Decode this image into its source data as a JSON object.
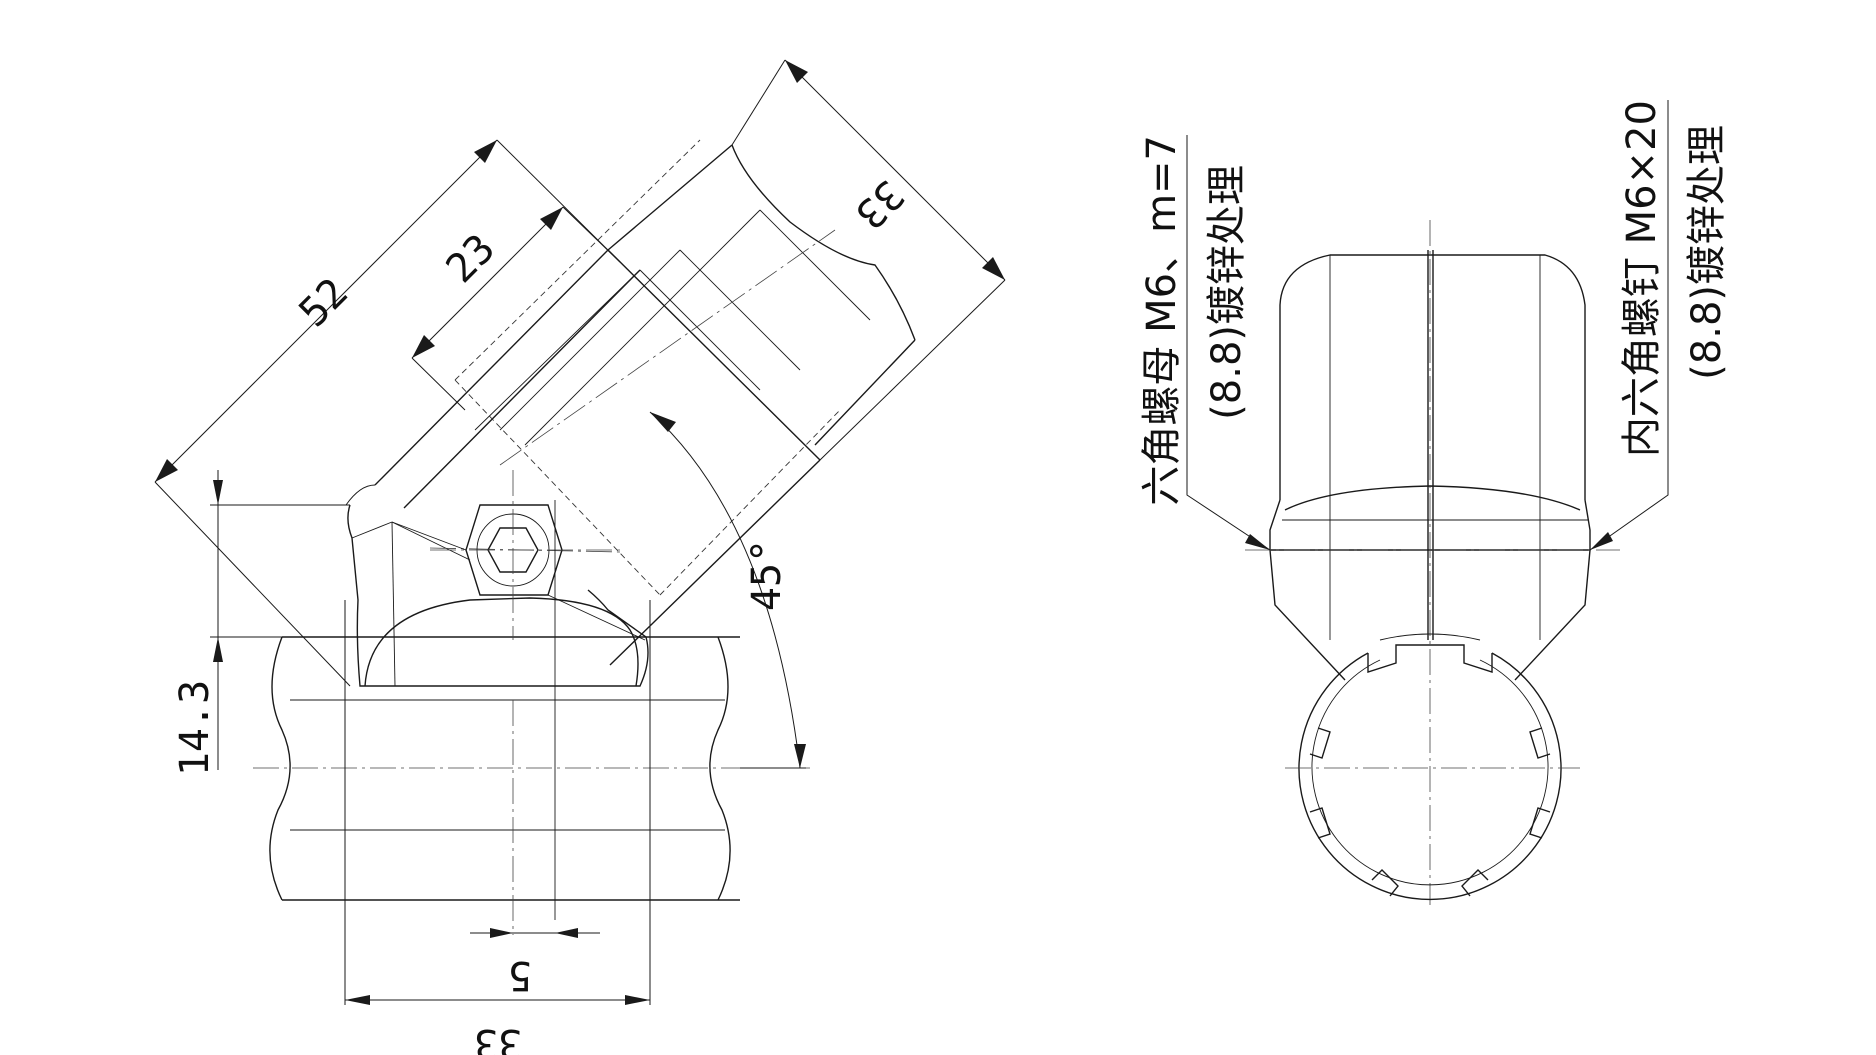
{
  "left_view": {
    "dimensions": {
      "d52": "52",
      "d23": "23",
      "d33_diag": "33",
      "d14_3": "14.3",
      "d45": "45°",
      "d5": "5",
      "d33_bottom": "33"
    }
  },
  "right_view": {
    "callout_nut": {
      "line1": "六角螺母 M6、m=7",
      "line2": "(8.8)镀锌处理"
    },
    "callout_bolt": {
      "line1": "内六角螺钉 M6×20",
      "line2": "(8.8)镀锌处理"
    }
  }
}
